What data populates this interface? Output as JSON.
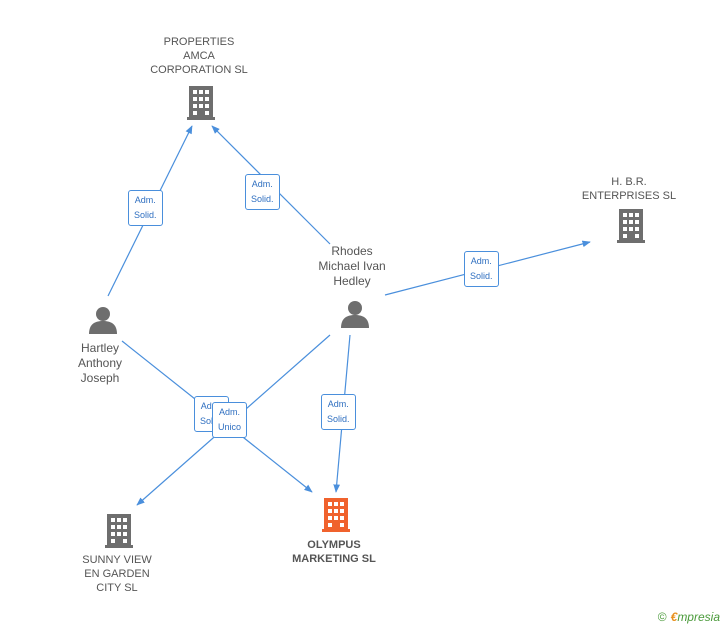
{
  "nodes": {
    "properties_amca": {
      "lines": [
        "PROPERTIES",
        "AMCA",
        "CORPORATION SL"
      ],
      "kind": "company"
    },
    "hbr": {
      "lines": [
        "H. B.R.",
        "ENTERPRISES SL"
      ],
      "kind": "company"
    },
    "rhodes": {
      "lines": [
        "Rhodes",
        "Michael Ivan",
        "Hedley"
      ],
      "kind": "person"
    },
    "hartley": {
      "lines": [
        "Hartley",
        "Anthony",
        "Joseph"
      ],
      "kind": "person"
    },
    "sunny_view": {
      "lines": [
        "SUNNY VIEW",
        "EN GARDEN",
        "CITY SL"
      ],
      "kind": "company"
    },
    "olympus": {
      "lines": [
        "OLYMPUS",
        "MARKETING SL"
      ],
      "kind": "focus-company"
    }
  },
  "edges": {
    "hartley_amca": [
      "Adm.",
      "Solid."
    ],
    "rhodes_amca": [
      "Adm.",
      "Solid."
    ],
    "rhodes_hbr": [
      "Adm.",
      "Solid."
    ],
    "rhodes_olympus": [
      "Adm.",
      "Solid."
    ],
    "hartley_olympus": [
      "Adm.",
      "Solid."
    ],
    "rhodes_sunny": [
      "Adm.",
      "Unico"
    ]
  },
  "colors": {
    "edge": "#4a8fdc",
    "company_icon": "#6e6e6e",
    "focus_icon": "#f0622d",
    "person_icon": "#6e6e6e"
  },
  "watermark": {
    "symbol": "©",
    "brand_initial": "€",
    "brand_rest": "mpresia"
  }
}
